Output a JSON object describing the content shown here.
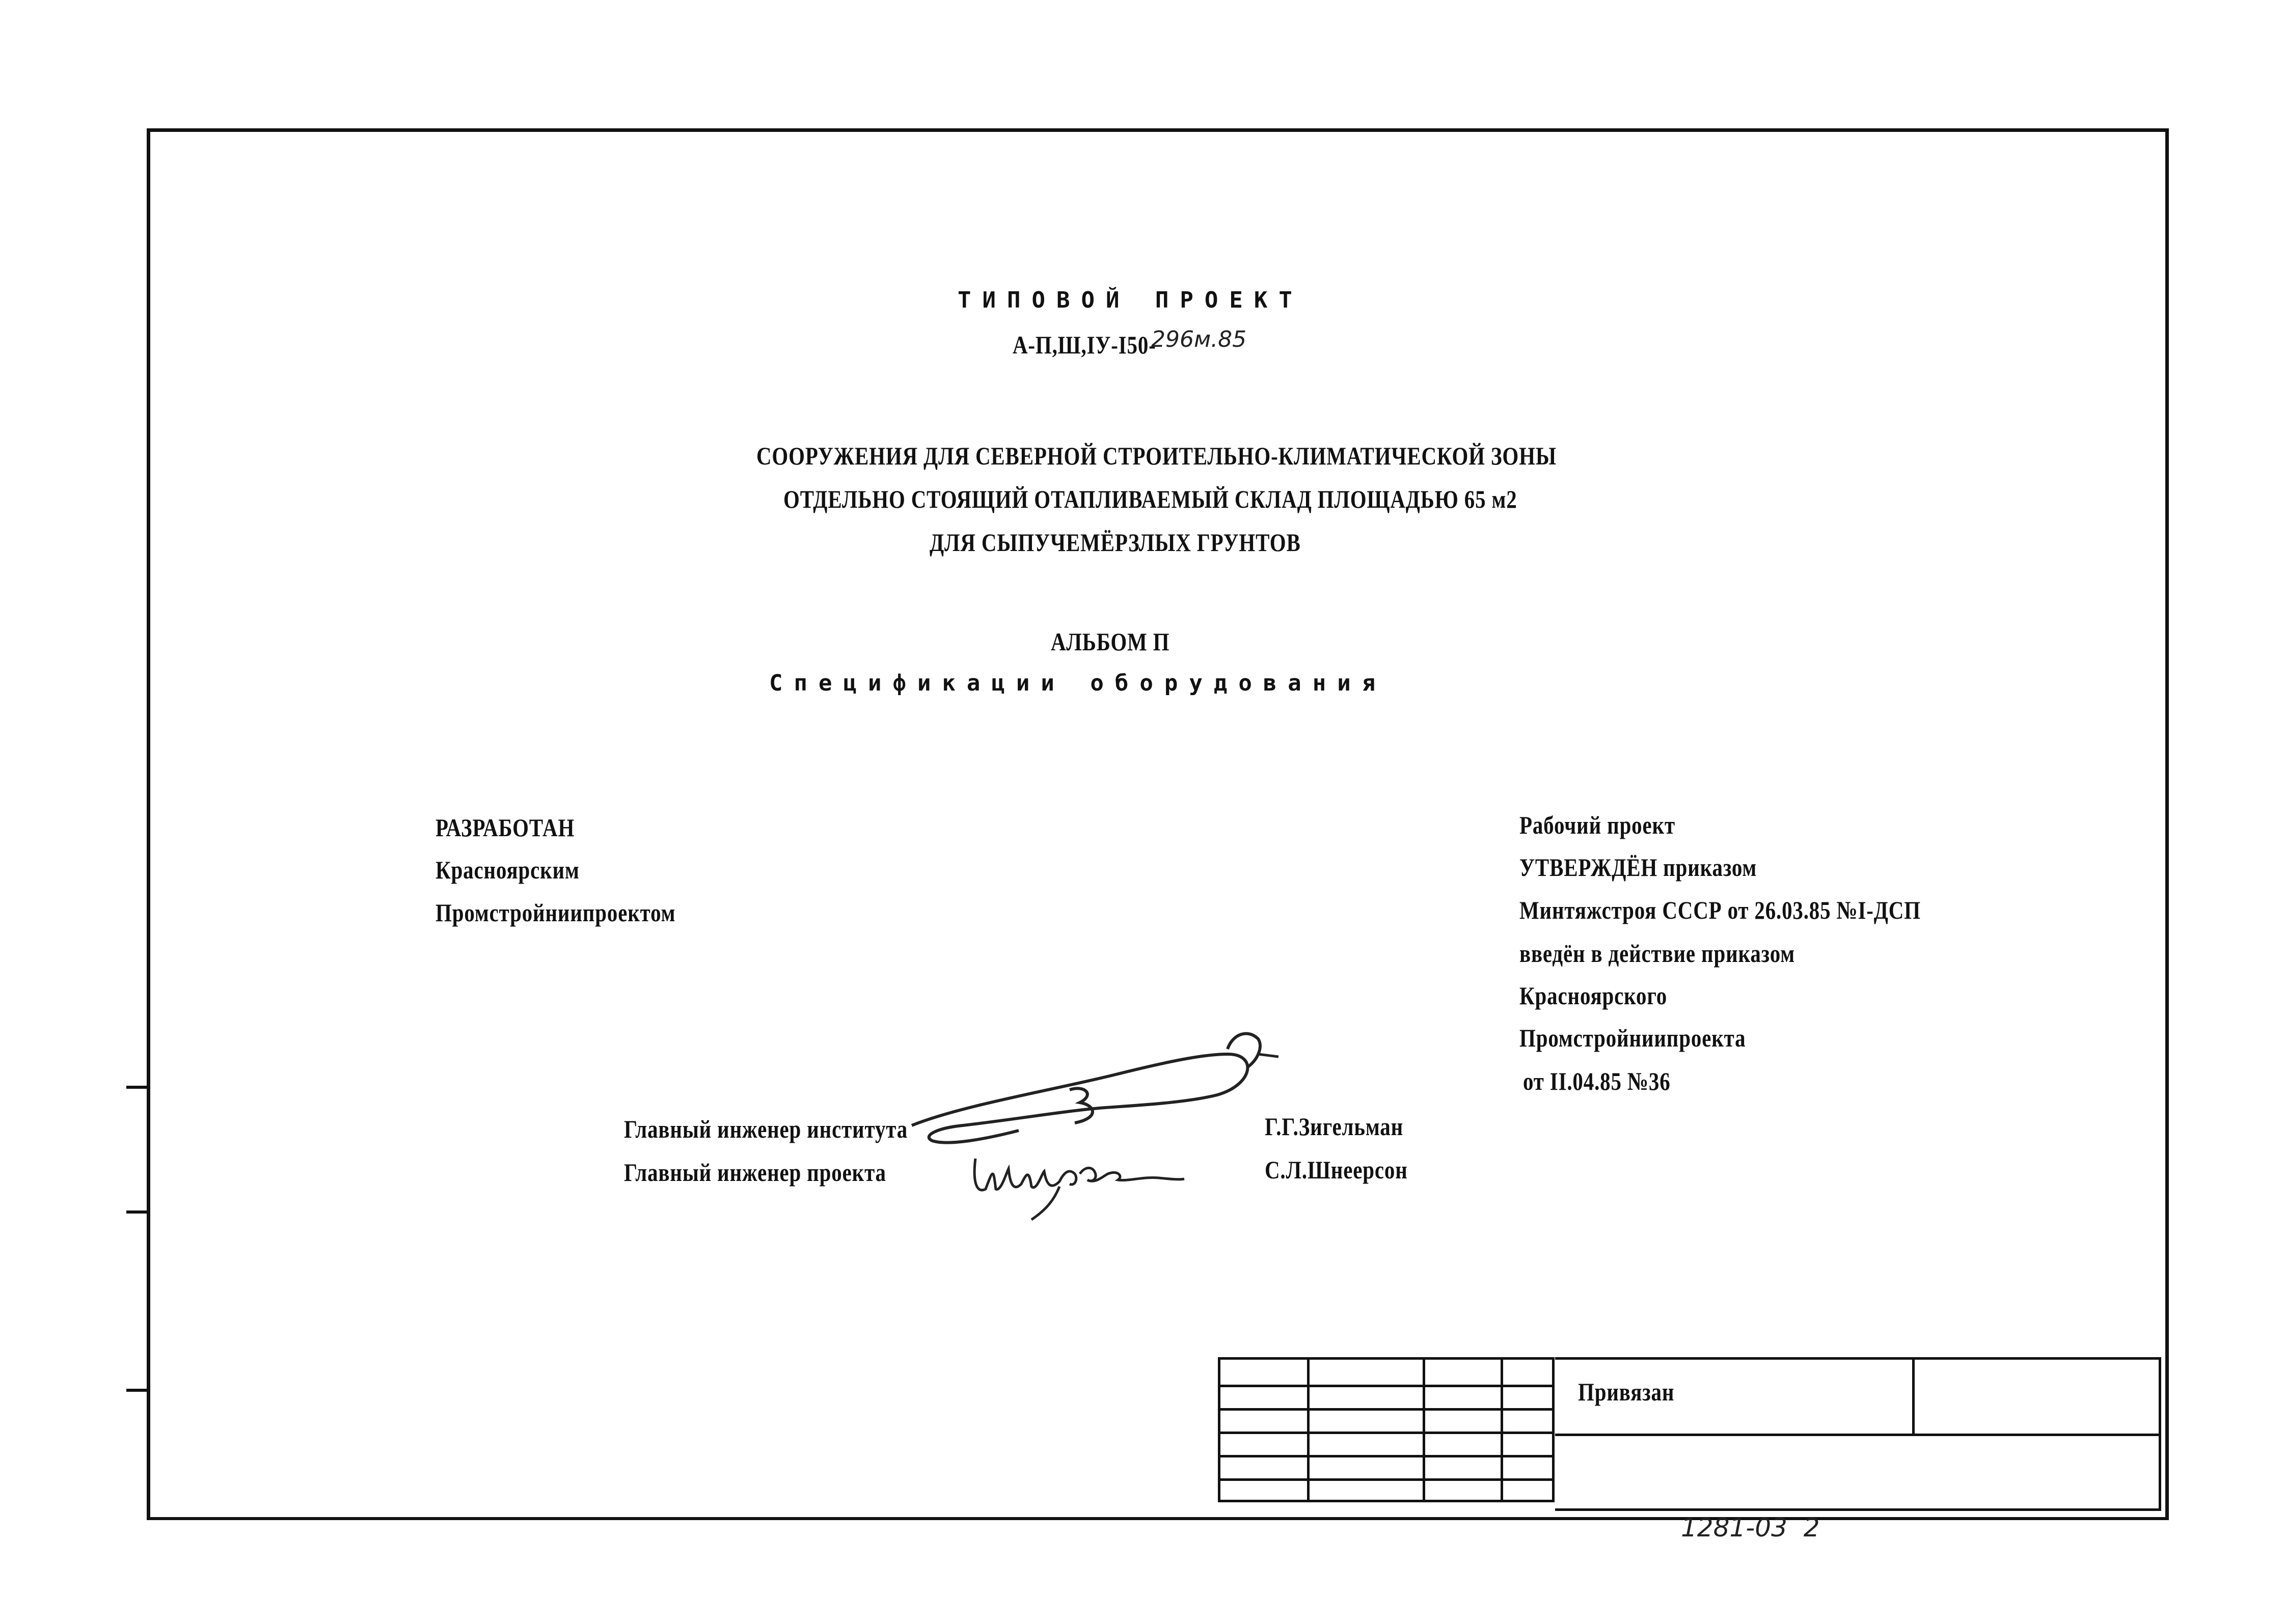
{
  "document": {
    "header": {
      "title": "ТИПОВОЙ ПРОЕКТ",
      "code_printed": "А-П,Ш,IУ-I50-",
      "code_handwritten": "296м.85"
    },
    "subject": {
      "line1": "СООРУЖЕНИЯ ДЛЯ СЕВЕРНОЙ СТРОИТЕЛЬНО-КЛИМАТИЧЕСКОЙ ЗОНЫ",
      "line2": "ОТДЕЛЬНО СТОЯЩИЙ ОТАПЛИВАЕМЫЙ СКЛАД ПЛОЩАДЬЮ 65 м2",
      "line3": "ДЛЯ СЫПУЧЕМЁРЗЛЫХ ГРУНТОВ"
    },
    "album": {
      "label": "АЛЬБОМ П",
      "title": "Спецификации оборудования"
    },
    "developed": {
      "line1": "РАЗРАБОТАН",
      "line2": "Красноярским",
      "line3": "Промстройниипроектом"
    },
    "approval": {
      "line1": "Рабочий проект",
      "line2": "УТВЕРЖДЁН приказом",
      "line3": "Минтяжстроя СССР   от 26.03.85 №I-ДСП",
      "line4": "введён в действие приказом",
      "line5": "Красноярского",
      "line6": "Промстройниипроекта",
      "line7": "от II.04.85 №36"
    },
    "signatures": [
      {
        "role": "Главный инженер института",
        "name": "Г.Г.Зигельман"
      },
      {
        "role": "Главный инженер проекта",
        "name": "С.Л.Шнеерсон"
      }
    ],
    "stamp": {
      "label": "Привязан"
    },
    "footer": {
      "handwritten_number": "1281-03  2"
    }
  }
}
